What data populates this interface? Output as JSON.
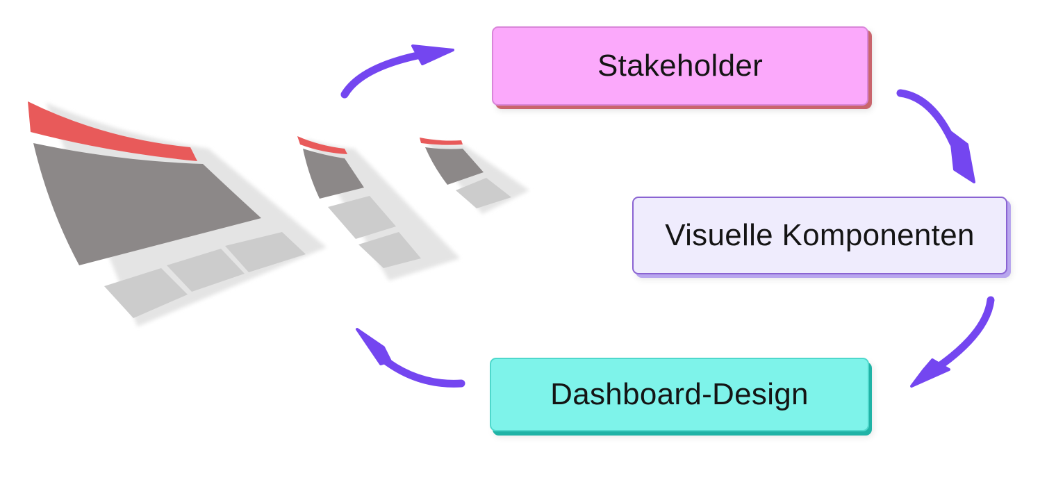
{
  "diagram": {
    "nodes": [
      {
        "id": "stakeholder",
        "label": "Stakeholder",
        "fill": "#fba9fb",
        "border": "#d985d9"
      },
      {
        "id": "visual",
        "label": "Visuelle Komponenten",
        "fill": "#efecfd",
        "border": "#8a63d2"
      },
      {
        "id": "dashboard",
        "label": "Dashboard-Design",
        "fill": "#7ef3ea",
        "border": "#4fd8cc"
      }
    ],
    "edges": [
      {
        "from": "stakeholder",
        "to": "visual"
      },
      {
        "from": "visual",
        "to": "dashboard"
      },
      {
        "from": "dashboard",
        "to": "stakeholder"
      }
    ],
    "colors": {
      "arrow": "#7446f0",
      "sheet_header": "#e85a5a",
      "sheet_dark": "#8c8888",
      "sheet_light": "#cccccc",
      "sheet_shadow": "#e2e2e2"
    },
    "illustration_icon": "dashboard-sheets-icon"
  }
}
